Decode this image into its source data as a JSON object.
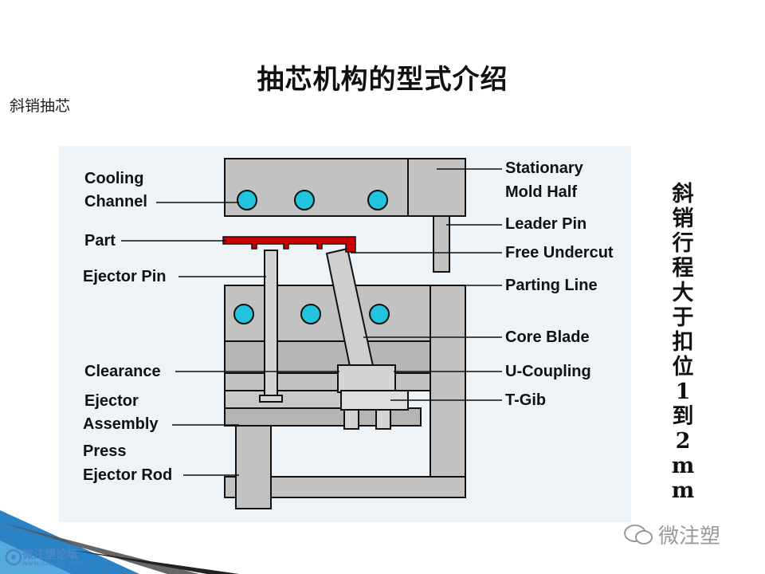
{
  "slide": {
    "title": "抽芯机构的型式介绍",
    "subtitle": "斜销抽芯",
    "side_note": "斜销行程大于扣位1到2mm",
    "watermark": "微注塑",
    "forum_name": "微注塑论坛",
    "forum_url": "www.vzhusu.com"
  },
  "labels": {
    "cooling": "Cooling",
    "channel": "Channel",
    "part": "Part",
    "ejector_pin": "Ejector Pin",
    "clearance": "Clearance",
    "ejector": "Ejector",
    "assembly": "Assembly",
    "press": "Press",
    "ejector_rod": "Ejector Rod",
    "stationary": "Stationary",
    "mold_half": "Mold Half",
    "leader_pin": "Leader Pin",
    "free_undercut": "Free Undercut",
    "parting_line": "Parting Line",
    "core_blade": "Core Blade",
    "u_coupling": "U-Coupling",
    "t_gib": "T-Gib"
  },
  "colors": {
    "mold": "#c2c2c2",
    "mold_dark": "#a9a9a9",
    "outline": "#111111",
    "cooling_hole": "#22c3dc",
    "part": "#c80000",
    "panel": "#eef3f8",
    "accent_blue": "#2b82c4"
  }
}
